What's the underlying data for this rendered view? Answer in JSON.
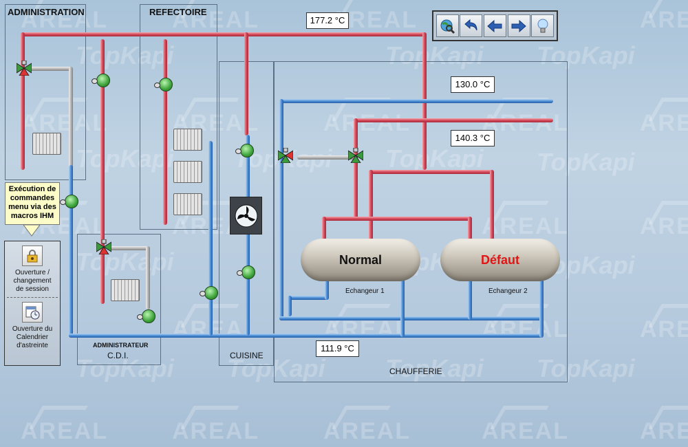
{
  "watermarks": {
    "areal": "AREAL",
    "topkapi": "TopKapi"
  },
  "zones": {
    "administration": "ADMINISTRATION",
    "refectoire": "REFECTOIRE",
    "cuisine": "CUISINE",
    "chaufferie": "CHAUFFERIE",
    "cdi_line1": "ADMINISTRATEUR",
    "cdi_line2": "C.D.I."
  },
  "temperatures": {
    "top": "177.2 °C",
    "t130": "130.0 °C",
    "t140": "140.3 °C",
    "bottom": "111.9 °C"
  },
  "exchangers": [
    {
      "status": "Normal",
      "label": "Echangeur 1",
      "status_color": "#111111"
    },
    {
      "status": "Défaut",
      "label": "Echangeur 2",
      "status_color": "#e01515"
    }
  ],
  "toolbar": {
    "icons": [
      "globe-search-icon",
      "undo-arrow-icon",
      "arrow-left-icon",
      "arrow-right-icon",
      "lightbulb-icon"
    ]
  },
  "callout": {
    "line1": "Exécution de",
    "line2": "commandes",
    "line3": "menu via des",
    "line4": "macros IHM"
  },
  "side": {
    "session_line1": "Ouverture /",
    "session_line2": "changement",
    "session_line3": "de session",
    "cal_line1": "Ouverture du",
    "cal_line2": "Calendrier",
    "cal_line3": "d'astreinte"
  },
  "colors": {
    "hot": "#d44a5a",
    "cold": "#4d8fd6",
    "pump": "#3ea33a",
    "fault": "#e01515"
  }
}
